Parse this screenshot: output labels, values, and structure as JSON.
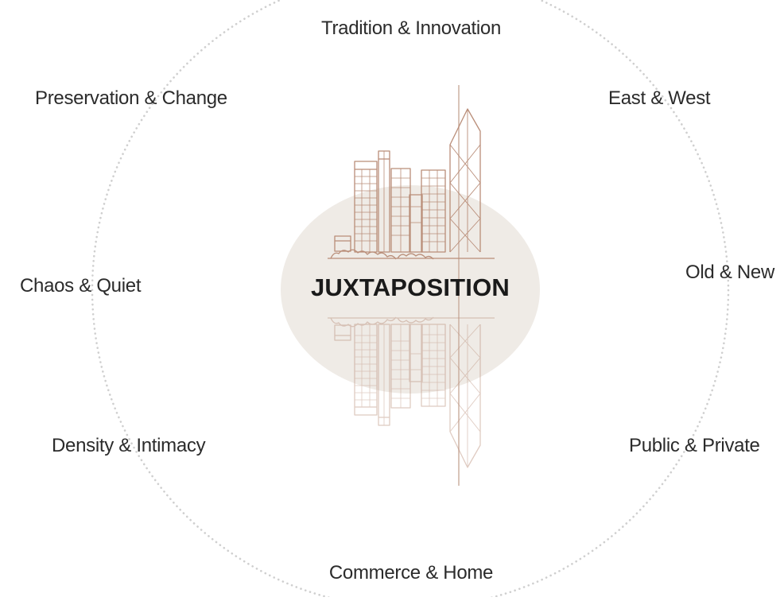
{
  "diagram": {
    "center_title": "JUXTAPOSITION",
    "labels": {
      "top": "Tradition & Innovation",
      "upper_left": "Preservation & Change",
      "upper_right": "East & West",
      "left": "Chaos & Quiet",
      "right": "Old & New",
      "lower_left": "Density & Intimacy",
      "lower_right": "Public & Private",
      "bottom": "Commerce & Home"
    },
    "illustration": "city-skyline-reflection-icon",
    "colors": {
      "ring": "#cfcfcf",
      "ellipse": "#efebe6",
      "skyline_stroke": "#b98d78",
      "reflection_stroke": "#d9cfc9",
      "text": "#2b2b2b",
      "title": "#1a1a1a"
    }
  }
}
